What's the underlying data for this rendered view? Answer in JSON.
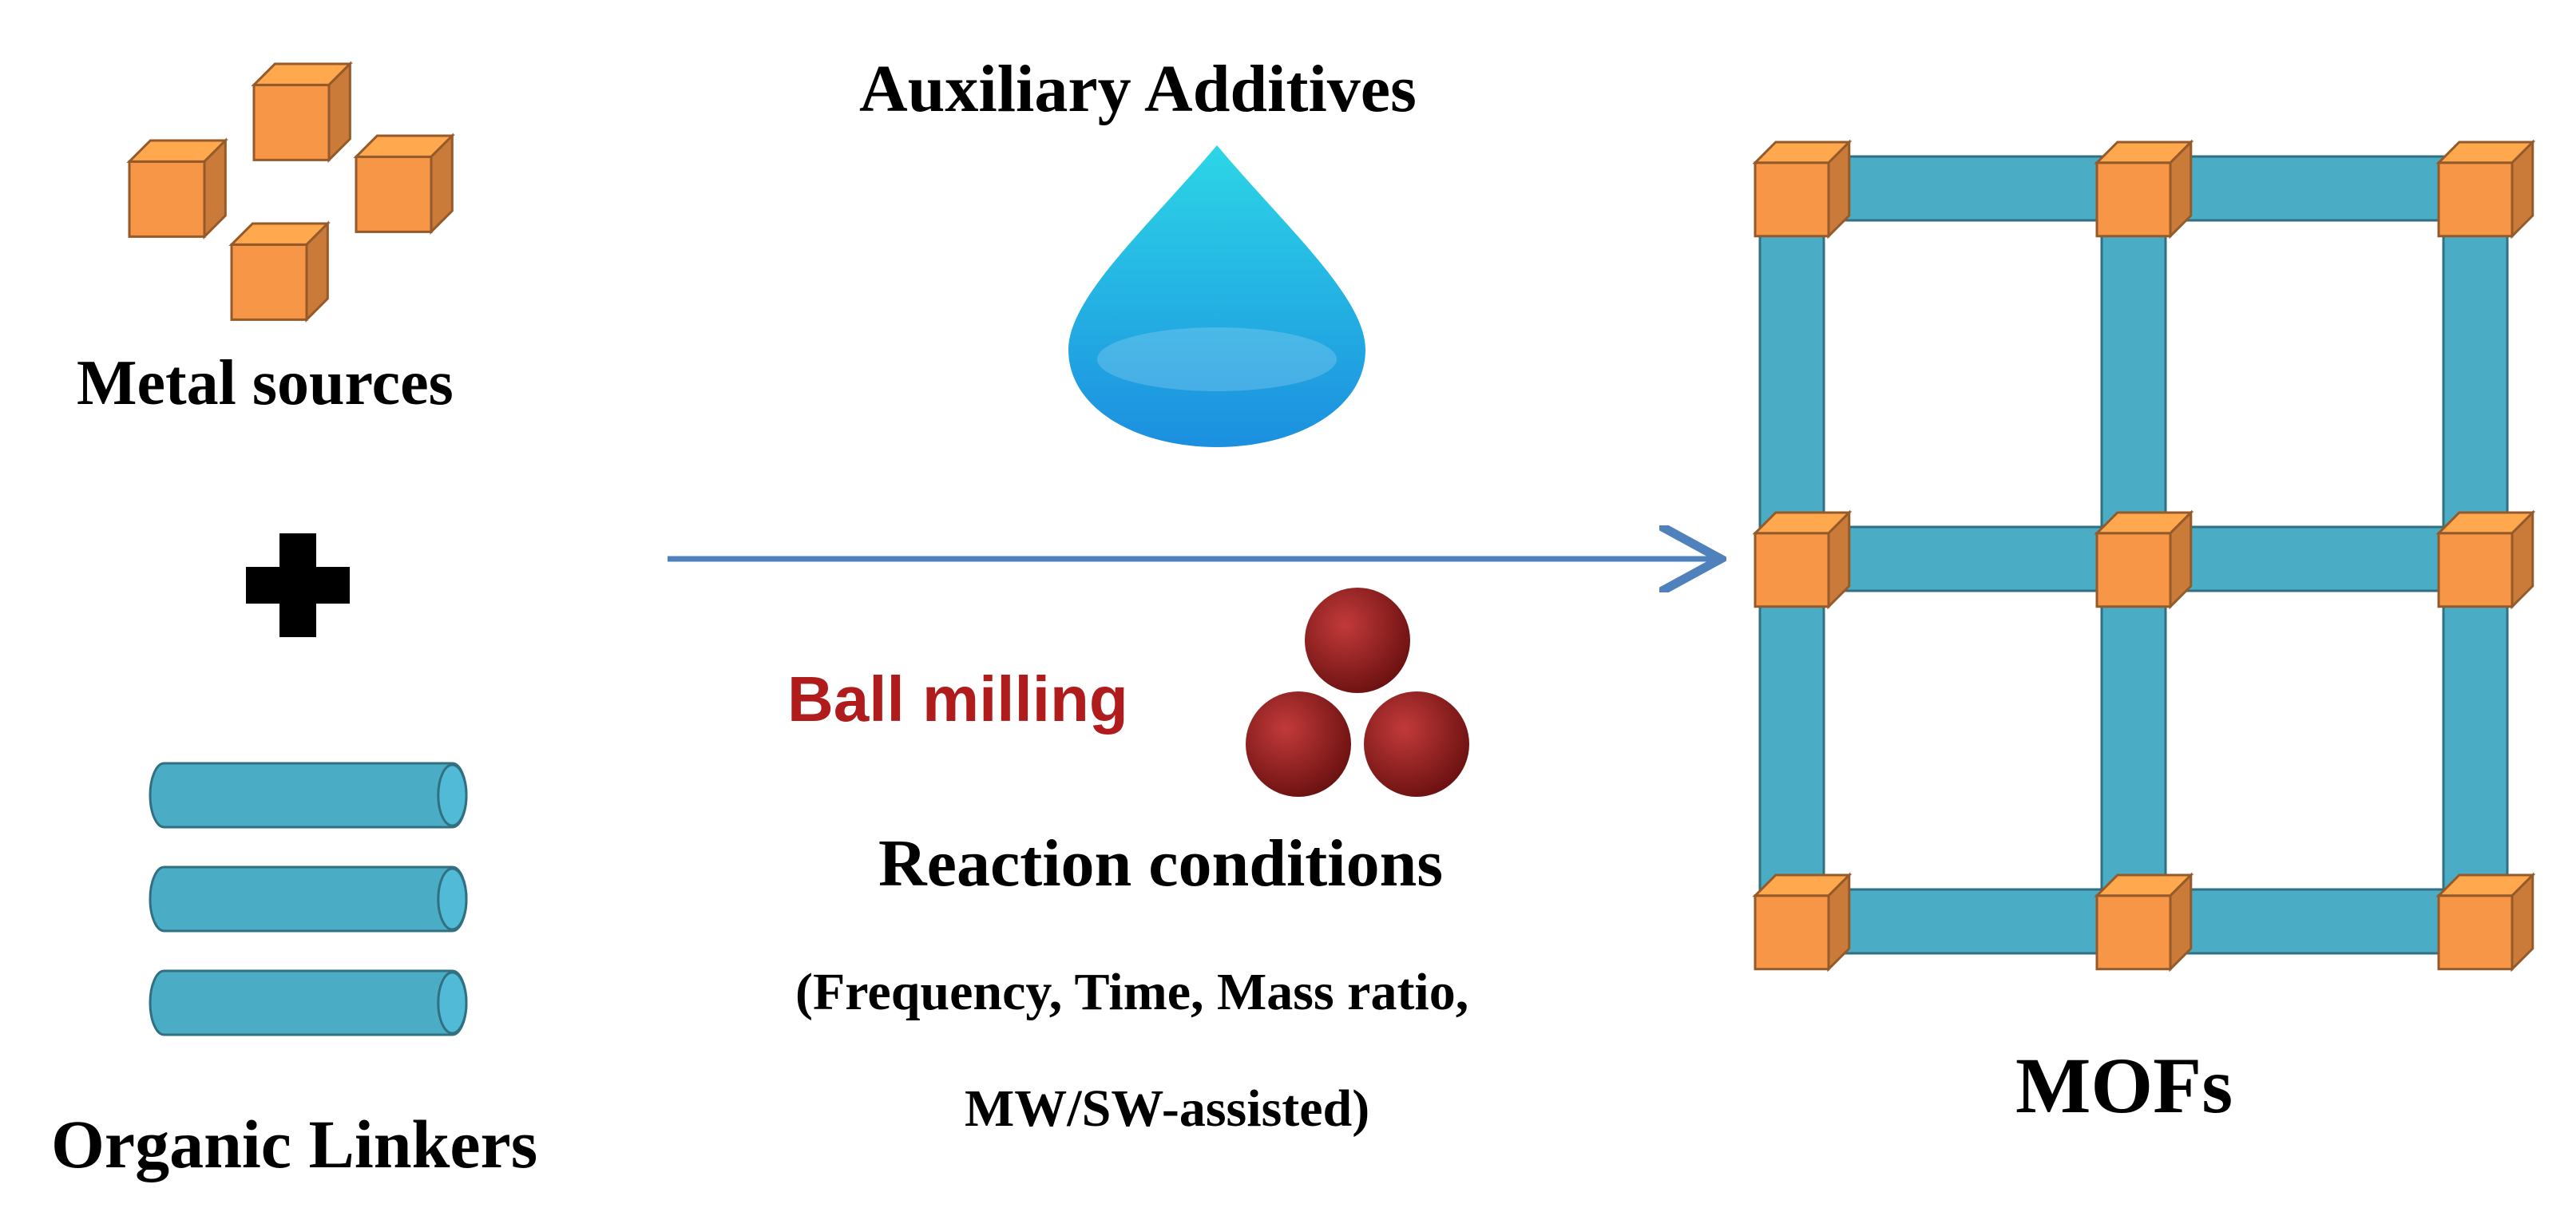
{
  "labels": {
    "metal_sources": "Metal sources",
    "organic_linkers": "Organic Linkers",
    "auxiliary_additives": "Auxiliary Additives",
    "ball_milling": "Ball milling",
    "reaction_conditions": "Reaction conditions",
    "conditions_line1": "(Frequency, Time, Mass ratio,",
    "conditions_line2": "MW/SW-assisted)",
    "mofs": "MOFs"
  },
  "colors": {
    "metal_node": "#f79646",
    "linker": "#4bacc6",
    "arrow": "#4f81bd",
    "ball": "#8b1a1a",
    "drop_top": "#2dd6e6",
    "drop_bottom": "#1c8fe0",
    "ball_milling_text": "#b01c1c"
  },
  "icons": [
    "metal-cube-icon",
    "plus-icon",
    "linker-cylinder-icon",
    "water-drop-icon",
    "milling-ball-icon",
    "reaction-arrow-icon",
    "mof-lattice-icon"
  ]
}
